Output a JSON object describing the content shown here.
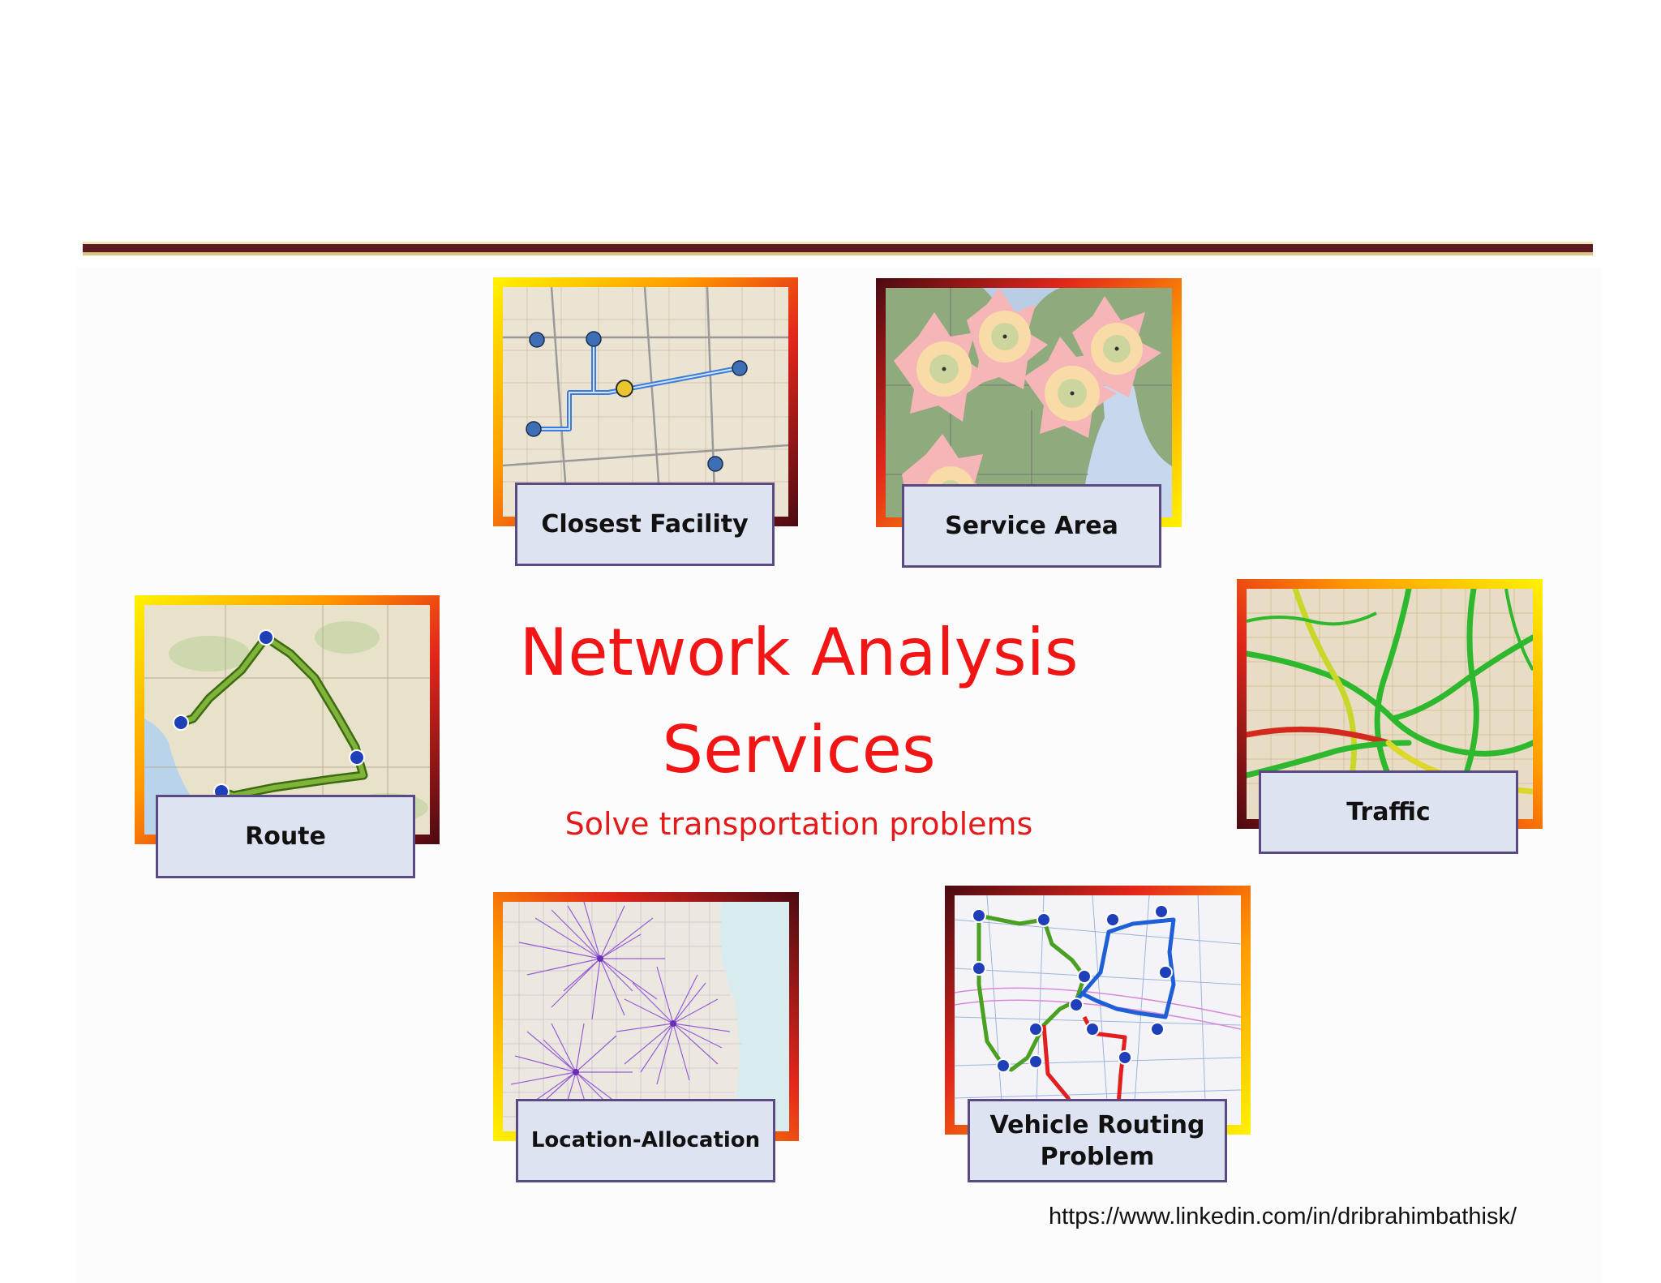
{
  "title_lines": [
    "Network Analysis",
    "Services"
  ],
  "subtitle": "Solve transportation problems",
  "services": {
    "closest_facility": "Closest Facility",
    "service_area": "Service Area",
    "route": "Route",
    "traffic": "Traffic",
    "location_allocation": "Location-Allocation",
    "vehicle_routing_line1": "Vehicle Routing",
    "vehicle_routing_line2": "Problem"
  },
  "source_url": "https://www.linkedin.com/in/dribrahimbathisk/",
  "colors": {
    "title": "#f21515",
    "label_fill": "#dde3f0",
    "label_border": "#5b4a82",
    "rule": "#5c1b22"
  },
  "icons": [
    "map-thumbnail",
    "route-stop-marker",
    "vehicle-icon"
  ]
}
